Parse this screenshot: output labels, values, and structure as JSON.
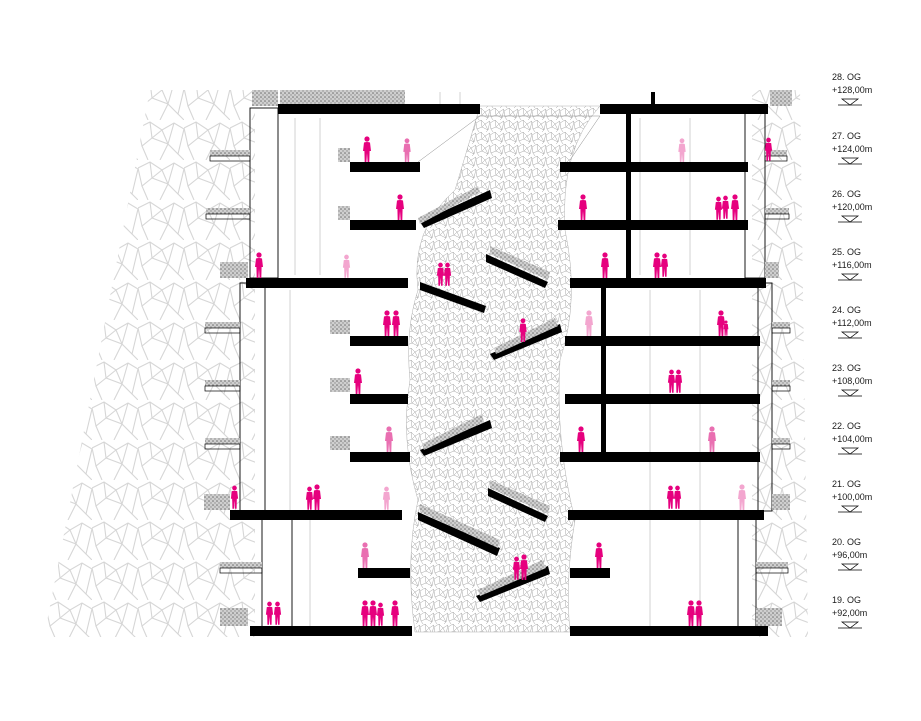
{
  "levels": [
    {
      "name": "28. OG",
      "elevation": "+128,00m"
    },
    {
      "name": "27. OG",
      "elevation": "+124,00m"
    },
    {
      "name": "26. OG",
      "elevation": "+120,00m"
    },
    {
      "name": "25. OG",
      "elevation": "+116,00m"
    },
    {
      "name": "24. OG",
      "elevation": "+112,00m"
    },
    {
      "name": "23. OG",
      "elevation": "+108,00m"
    },
    {
      "name": "22. OG",
      "elevation": "+104,00m"
    },
    {
      "name": "21. OG",
      "elevation": "+100,00m"
    },
    {
      "name": "20. OG",
      "elevation": "+96,00m"
    },
    {
      "name": "19. OG",
      "elevation": "+92,00m"
    }
  ],
  "colors": {
    "slab": "#000000",
    "person": "#e6007e",
    "person_light": "#f3a6cf",
    "mesh": "#d9d9d9",
    "line": "#8c8c8c"
  }
}
